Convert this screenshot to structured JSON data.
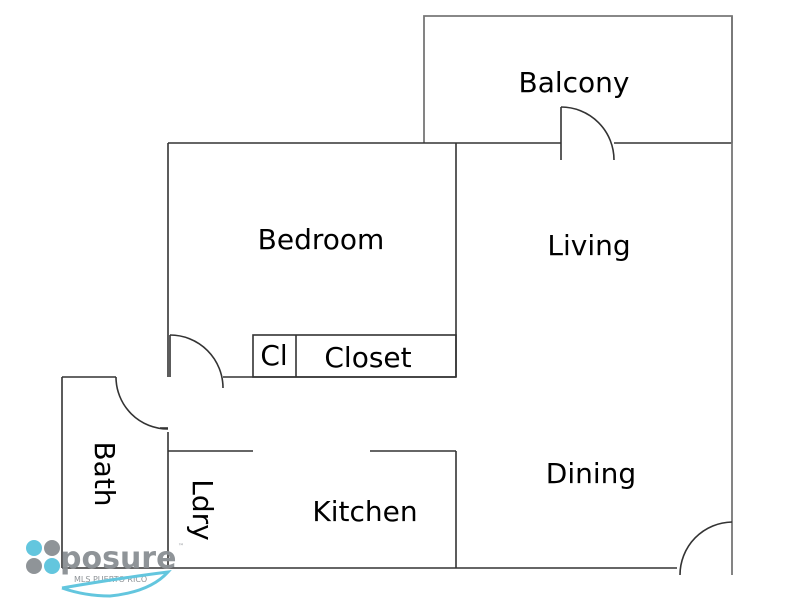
{
  "rooms": {
    "balcony": "Balcony",
    "bedroom": "Bedroom",
    "living": "Living",
    "closet_small": "Cl",
    "closet": "Closet",
    "dining": "Dining",
    "kitchen": "Kitchen",
    "bath": "Bath",
    "laundry": "Ldry"
  },
  "logo": {
    "brand": "posure",
    "tm": "™",
    "tagline": "MLS PUERTO RICO",
    "colors": {
      "blue": "#5bc3dd",
      "gray": "#8a8f93"
    }
  }
}
